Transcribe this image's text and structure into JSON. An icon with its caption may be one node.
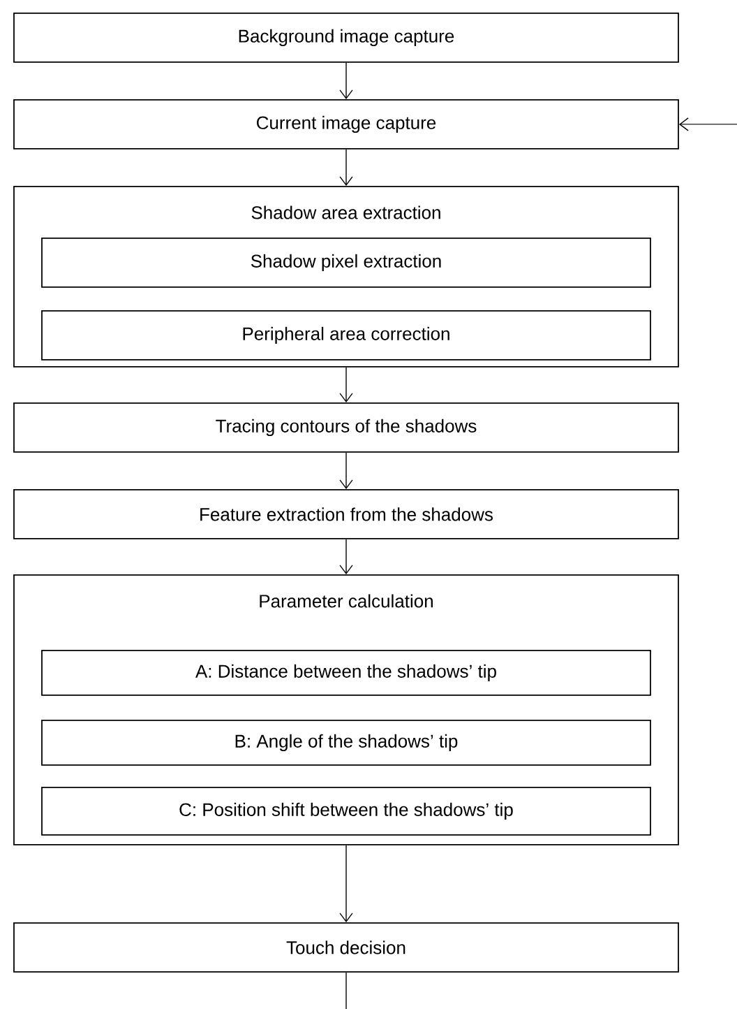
{
  "diagram": {
    "nodes": [
      {
        "text": [
          "Background image capture"
        ]
      },
      {
        "text": [
          "Current image capture"
        ]
      },
      {
        "text": [
          "Shadow area extraction"
        ]
      },
      {
        "text": [
          "Shadow pixel extraction"
        ],
        "in": 2
      },
      {
        "text": [
          "Peripheral area correction"
        ],
        "in": 2
      },
      {
        "text": [
          "Tracing contours of the shadows"
        ]
      },
      {
        "text": [
          "Feature extraction from the shadows"
        ]
      },
      {
        "text": [
          "Parameter calculation"
        ]
      },
      {
        "text": [
          "A: Distance between the shadows’ tip"
        ],
        "in": 7
      },
      {
        "text": [
          "B: Angle of the shadows’ tip"
        ],
        "in": 7
      },
      {
        "text": [
          "C: Position shift between the shadows’ tip"
        ],
        "in": 7
      },
      {
        "text": [
          "Touch decision"
        ]
      }
    ],
    "edges": [
      {
        "from": 0,
        "to": 1,
        "arrow": "to"
      },
      {
        "from": 1,
        "to": 2,
        "arrow": "to"
      },
      {
        "from": 2,
        "to": 5,
        "arrow": "to"
      },
      {
        "from": 5,
        "to": 6,
        "arrow": "to"
      },
      {
        "from": 6,
        "to": 7,
        "arrow": "to"
      },
      {
        "from": 7,
        "to": 11,
        "arrow": "to"
      },
      {
        "from": null,
        "to": 1,
        "arrow": "to"
      },
      {
        "from": 11,
        "to": null,
        "arrow": "none"
      }
    ]
  }
}
